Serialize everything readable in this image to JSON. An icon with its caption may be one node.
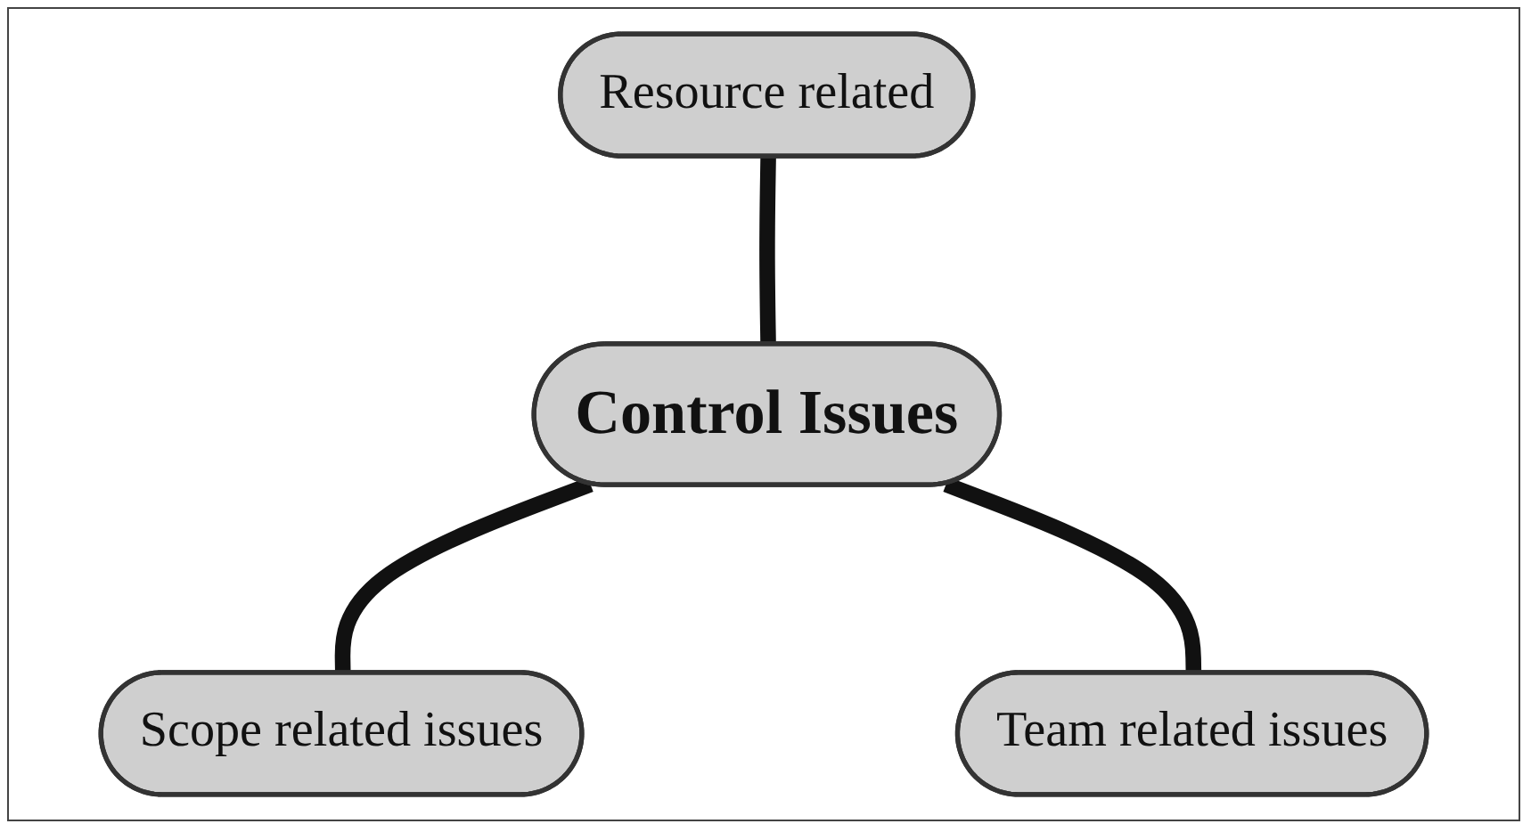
{
  "diagram": {
    "nodes": [
      {
        "text": [
          "Resource related"
        ]
      },
      {
        "text": [
          "Control Issues"
        ]
      },
      {
        "text": [
          "Scope related issues"
        ]
      },
      {
        "text": [
          "Team related issues"
        ]
      }
    ],
    "edges": [
      {
        "from": 0,
        "to": 1,
        "arrow": "none"
      },
      {
        "from": 1,
        "to": 2,
        "arrow": "none"
      },
      {
        "from": 1,
        "to": 3,
        "arrow": "none"
      }
    ]
  }
}
